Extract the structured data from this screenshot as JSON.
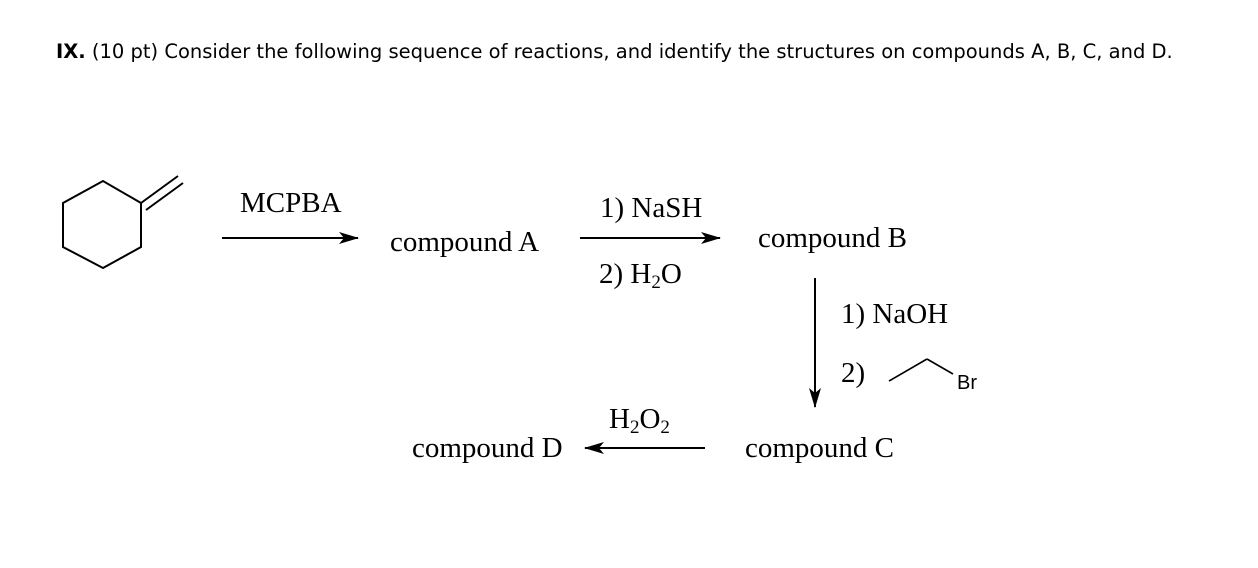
{
  "question": {
    "number": "IX.",
    "text": " (10 pt) Consider the following sequence of reactions, and identify the structures on compounds A, B, C, and D."
  },
  "scheme": {
    "reagent_1": "MCPBA",
    "compound_a": "compound A",
    "step2_reagent_1": "1) NaSH",
    "step2_reagent_2_prefix": "2) H",
    "step2_reagent_2_sub": "2",
    "step2_reagent_2_suffix": "O",
    "compound_b": "compound B",
    "step3_reagent_1": "1) NaOH",
    "step3_reagent_2_prefix": "2)",
    "bromide_label": "Br",
    "compound_c": "compound C",
    "step4_h": "H",
    "step4_sub1": "2",
    "step4_o": "O",
    "step4_sub2": "2",
    "compound_d": "compound D"
  }
}
